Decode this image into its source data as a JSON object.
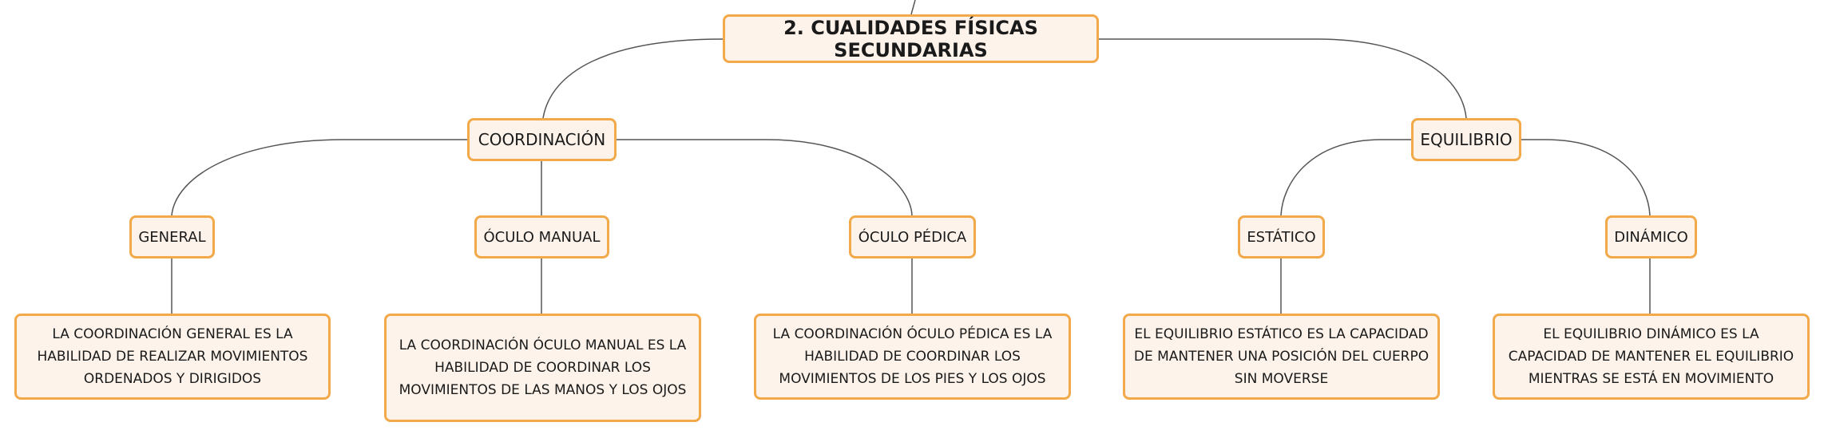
{
  "map": {
    "root": "2. CUALIDADES FÍSICAS SECUNDARIAS",
    "coordinacion": {
      "label": "COORDINACIÓN",
      "general": {
        "label": "GENERAL",
        "description": "LA COORDINACIÓN GENERAL ES LA HABILIDAD DE REALIZAR MOVIMIENTOS ORDENADOS Y DIRIGIDOS"
      },
      "oculo_manual": {
        "label": "ÓCULO MANUAL",
        "description": "LA COORDINACIÓN ÓCULO MANUAL ES LA HABILIDAD DE COORDINAR LOS MOVIMIENTOS DE LAS MANOS Y LOS OJOS"
      },
      "oculo_pedica": {
        "label": "ÓCULO PÉDICA",
        "description": "LA COORDINACIÓN ÓCULO PÉDICA ES LA HABILIDAD DE COORDINAR LOS MOVIMIENTOS DE LOS PIES Y LOS OJOS"
      }
    },
    "equilibrio": {
      "label": "EQUILIBRIO",
      "estatico": {
        "label": "ESTÁTICO",
        "description": "EL EQUILIBRIO ESTÁTICO ES LA CAPACIDAD DE MANTENER UNA POSICIÓN DEL CUERPO SIN MOVERSE"
      },
      "dinamico": {
        "label": "DINÁMICO",
        "description": "EL EQUILIBRIO DINÁMICO ES LA CAPACIDAD DE MANTENER EL EQUILIBRIO MIENTRAS SE ESTÁ EN MOVIMIENTO"
      }
    }
  },
  "colors": {
    "node_border": "#f2a94a",
    "node_fill": "#fdf3ea",
    "connector": "#555555",
    "text": "#1a1a1a"
  }
}
